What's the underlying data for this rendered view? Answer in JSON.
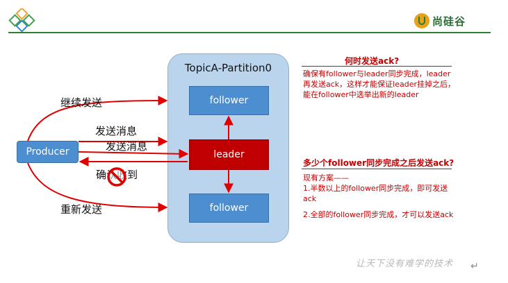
{
  "brand": {
    "name": "尚硅谷"
  },
  "diagram": {
    "partition_title": "TopicA-Partition0",
    "follower_top": "follower",
    "leader": "leader",
    "follower_bottom": "follower",
    "producer": "Producer",
    "labels": {
      "continue_send": "继续发送",
      "send_msg_1": "发送消息",
      "send_msg_2": "发送消息",
      "confirm_received": "确认收到",
      "resend": "重新发送"
    },
    "colors": {
      "arrow": "#e00000",
      "leader": "#c00000",
      "box": "#4d8ed0",
      "partition": "#bad4ee"
    }
  },
  "question1": {
    "title": "何时发送ack?",
    "body": "确保有follower与leader同步完成，leader再发送ack，这样才能保证leader挂掉之后，能在follower中选举出新的leader"
  },
  "question2": {
    "title": "多少个follower同步完成之后发送ack?",
    "intro": "现有方案——",
    "option1": "1.半数以上的follower同步完成，即可发送ack",
    "option2": "2.全部的follower同步完成，才可以发送ack"
  },
  "footer": {
    "slogan": "让天下没有难学的技术",
    "return_mark": "↵"
  },
  "icons": [
    "diamond-logo-icon",
    "brand-logo-icon",
    "no-sign-icon"
  ]
}
